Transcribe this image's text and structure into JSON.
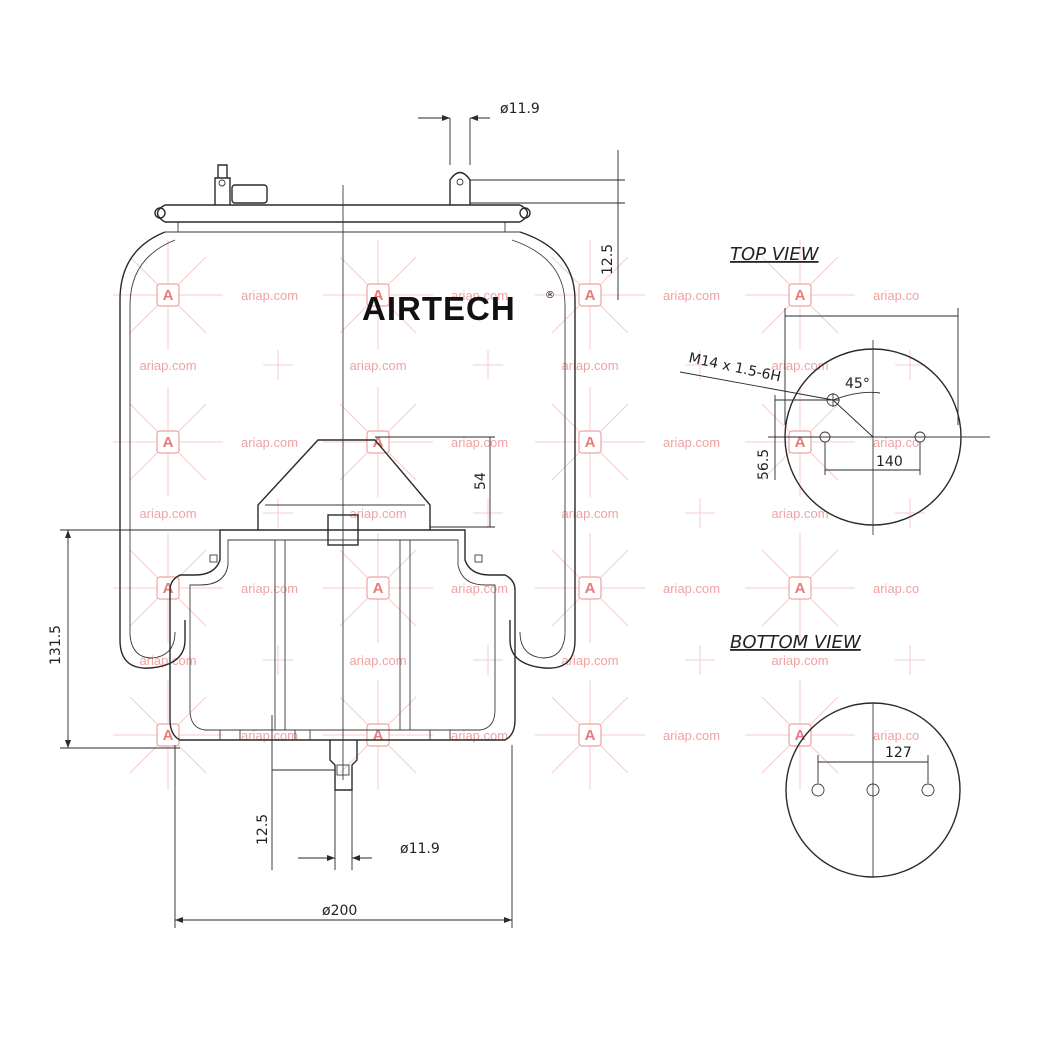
{
  "brand": {
    "name": "AIRTECH",
    "mark": "®"
  },
  "views": {
    "top": "TOP VIEW",
    "bottom": "BOTTOM VIEW"
  },
  "dimensions": {
    "top_stud_dia": "ø11.9",
    "top_stud_height": "12.5",
    "piston_height": "54",
    "overall_height": "131.5",
    "bottom_stud_height": "12.5",
    "bottom_stud_dia": "ø11.9",
    "base_dia": "ø200",
    "top_thread": "M14 x 1.5-6H",
    "top_angle": "45°",
    "top_offset": "56.5",
    "top_spacing": "140",
    "bottom_spacing": "127"
  },
  "watermark": {
    "text": "ariap.com",
    "text_cut": "ariap.co",
    "badge": "A"
  },
  "colors": {
    "line": "#2a2a2a",
    "watermark": "#f1a2a2"
  }
}
